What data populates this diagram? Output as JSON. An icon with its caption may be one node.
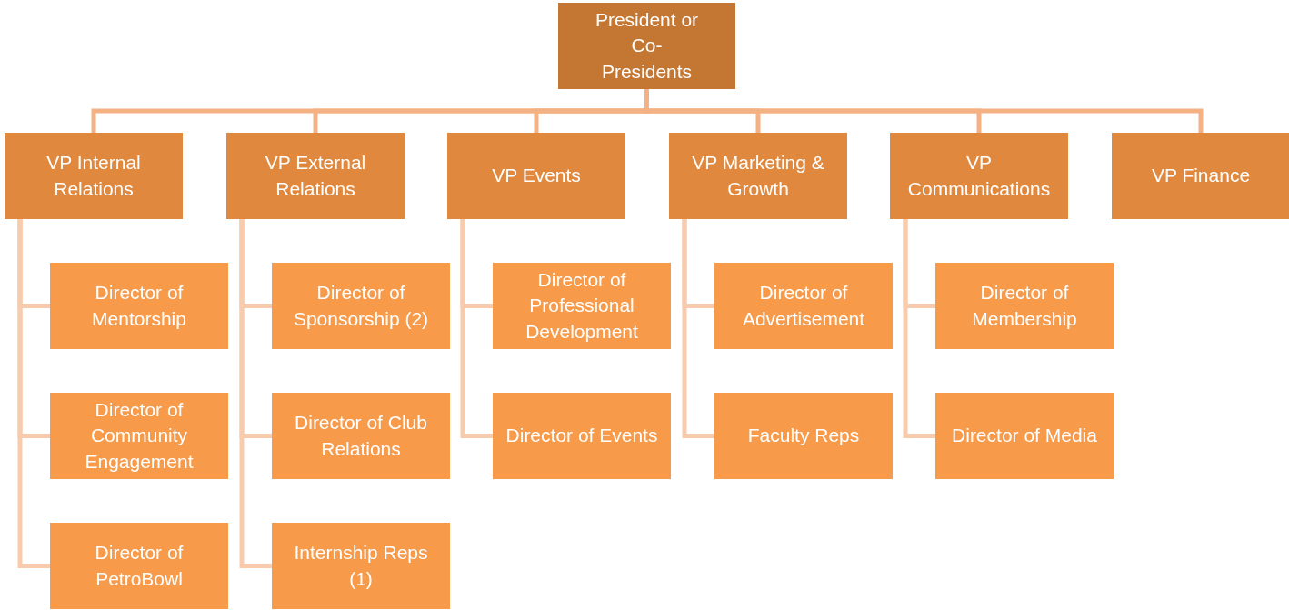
{
  "diagram": {
    "nodes": [
      {
        "text": [
          "President or Co-Presidents"
        ]
      },
      {
        "text": [
          "VP Internal Relations"
        ]
      },
      {
        "text": [
          "VP External Relations"
        ]
      },
      {
        "text": [
          "VP Events"
        ]
      },
      {
        "text": [
          "VP Marketing & Growth"
        ]
      },
      {
        "text": [
          "VP Communications"
        ]
      },
      {
        "text": [
          "VP Finance"
        ]
      },
      {
        "text": [
          "Director of Mentorship"
        ]
      },
      {
        "text": [
          "Director of Community Engagement"
        ]
      },
      {
        "text": [
          "Director of PetroBowl"
        ]
      },
      {
        "text": [
          "Director of Sponsorship (2)"
        ]
      },
      {
        "text": [
          "Director of Club Relations"
        ]
      },
      {
        "text": [
          "Internship Reps (1)"
        ]
      },
      {
        "text": [
          "Director of Professional Development"
        ]
      },
      {
        "text": [
          "Director of Events"
        ]
      },
      {
        "text": [
          "Director of Advertisement"
        ]
      },
      {
        "text": [
          "Faculty Reps"
        ]
      },
      {
        "text": [
          "Director of Membership"
        ]
      },
      {
        "text": [
          "Director of Media"
        ]
      }
    ],
    "edges": [
      {
        "from": 0,
        "to": 1,
        "arrow": "none",
        "color": "#f4b183"
      },
      {
        "from": 0,
        "to": 2,
        "arrow": "none",
        "color": "#f4b183"
      },
      {
        "from": 0,
        "to": 3,
        "arrow": "none",
        "color": "#f4b183"
      },
      {
        "from": 0,
        "to": 4,
        "arrow": "none",
        "color": "#f4b183"
      },
      {
        "from": 0,
        "to": 5,
        "arrow": "none",
        "color": "#f4b183"
      },
      {
        "from": 0,
        "to": 6,
        "arrow": "none",
        "color": "#f4b183"
      },
      {
        "from": 1,
        "to": 7,
        "arrow": "none"
      },
      {
        "from": 1,
        "to": 8,
        "arrow": "none"
      },
      {
        "from": 1,
        "to": 9,
        "arrow": "none"
      },
      {
        "from": 2,
        "to": 10,
        "arrow": "none"
      },
      {
        "from": 2,
        "to": 11,
        "arrow": "none"
      },
      {
        "from": 2,
        "to": 12,
        "arrow": "none"
      },
      {
        "from": 3,
        "to": 13,
        "arrow": "none"
      },
      {
        "from": 3,
        "to": 14,
        "arrow": "none"
      },
      {
        "from": 4,
        "to": 15,
        "arrow": "none"
      },
      {
        "from": 4,
        "to": 16,
        "arrow": "none"
      },
      {
        "from": 5,
        "to": 17,
        "arrow": "none"
      },
      {
        "from": 5,
        "to": 18,
        "arrow": "none"
      }
    ]
  }
}
